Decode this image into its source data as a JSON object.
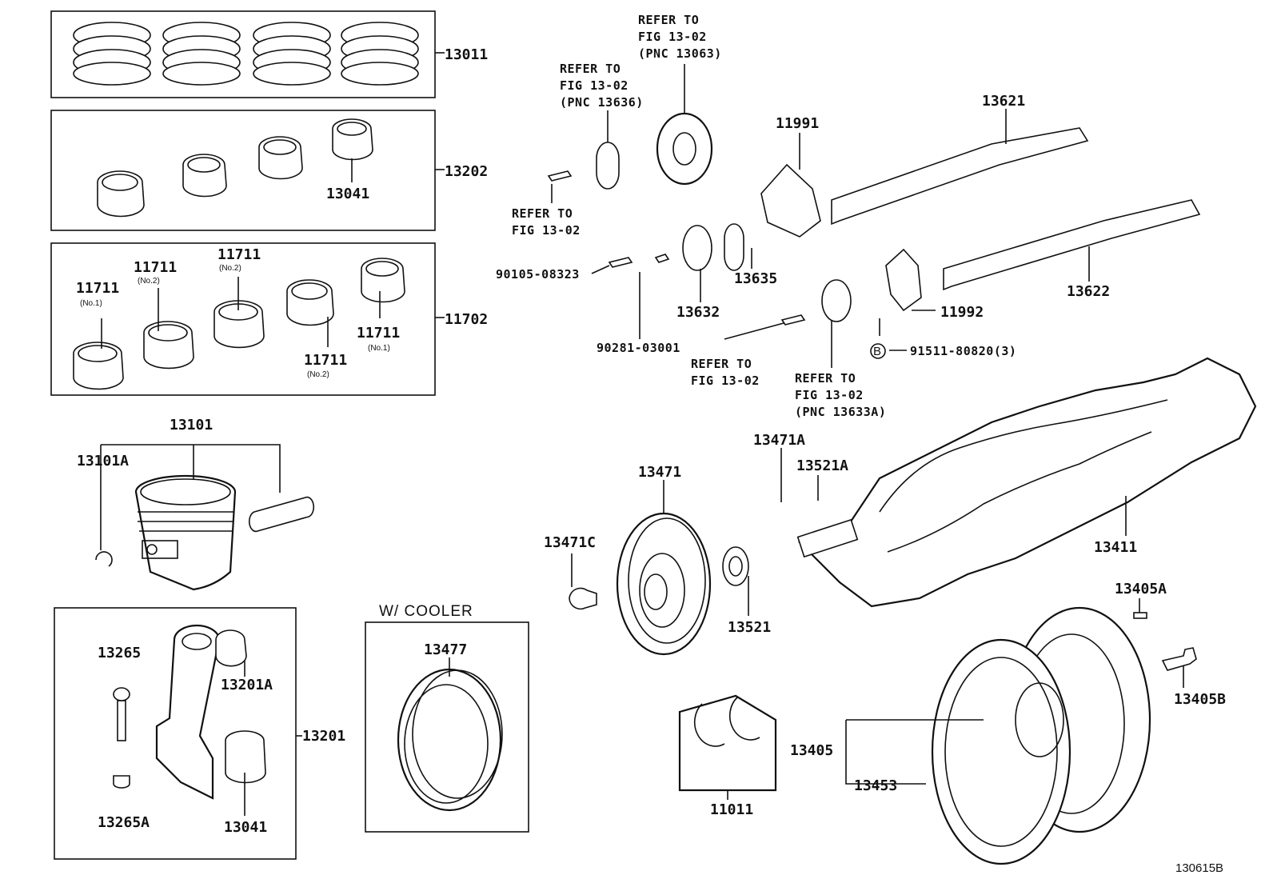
{
  "labels": {
    "p13011": "13011",
    "p13202": "13202",
    "p13041a": "13041",
    "p11702": "11702",
    "p11711_1": "11711",
    "p11711_1n": "(No.1)",
    "p11711_2": "11711",
    "p11711_2n": "(No.2)",
    "p11711_3": "11711",
    "p11711_3n": "(No.2)",
    "p11711_4": "11711",
    "p11711_4n": "(No.2)",
    "p11711_5": "11711",
    "p11711_5n": "(No.1)",
    "p13101": "13101",
    "p13101A": "13101A",
    "p13265": "13265",
    "p13201A": "13201A",
    "p13201": "13201",
    "p13265A": "13265A",
    "p13041b": "13041",
    "p13477": "13477",
    "p13471": "13471",
    "p13471C": "13471C",
    "p13521": "13521",
    "p13471A": "13471A",
    "p13521A": "13521A",
    "p13411": "13411",
    "p13405A": "13405A",
    "p13405B": "13405B",
    "p13405": "13405",
    "p13453": "13453",
    "p11011": "11011",
    "p11991": "11991",
    "p13621": "13621",
    "p13622": "13622",
    "p11992": "11992",
    "p13635": "13635",
    "p13632": "13632",
    "p90105": "90105-08323",
    "p90281": "90281-03001",
    "p91511": "91511-80820(3)",
    "circleB": "B"
  },
  "refs": {
    "r1": [
      "REFER TO",
      "FIG 13-02",
      "(PNC 13063)"
    ],
    "r2": [
      "REFER TO",
      "FIG 13-02",
      "(PNC 13636)"
    ],
    "r3": [
      "REFER TO",
      "FIG 13-02"
    ],
    "r4": [
      "REFER TO",
      "FIG 13-02"
    ],
    "r5": [
      "REFER TO",
      "FIG 13-02",
      "(PNC 13633A)"
    ]
  },
  "caption_cooler": "W/ COOLER",
  "figure_code": "130615B"
}
